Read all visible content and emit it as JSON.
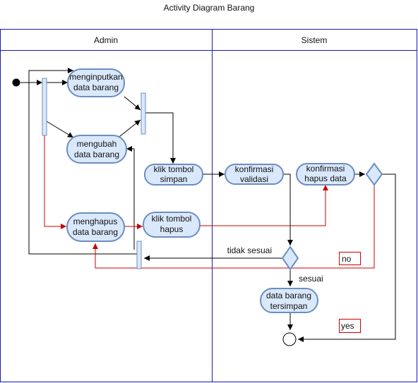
{
  "title": "Activity Diagram Barang",
  "lanes": {
    "admin": "Admin",
    "sistem": "Sistem"
  },
  "nodes": {
    "menginputkan": [
      "menginputkan",
      "data barang"
    ],
    "mengubah": [
      "mengubah",
      "data barang"
    ],
    "menghapus": [
      "menghapus",
      "data barang"
    ],
    "klik_simpan": [
      "klik tombol",
      "simpan"
    ],
    "klik_hapus": [
      "klik tombol",
      "hapus"
    ],
    "konfirmasi_validasi": [
      "konfirmasi",
      "validasi"
    ],
    "konfirmasi_hapus": [
      "konfirmasi",
      "hapus data"
    ],
    "data_tersimpan": [
      "data barang",
      "tersimpan"
    ]
  },
  "labels": {
    "tidak_sesuai": "tidak sesuai",
    "sesuai": "sesuai",
    "no": "no",
    "yes": "yes"
  },
  "colors": {
    "lane_border": "#1a1aa6",
    "node_fill": "#dae8fc",
    "node_stroke": "#6c8ebf",
    "red": "#cc0000",
    "black": "#000000"
  }
}
